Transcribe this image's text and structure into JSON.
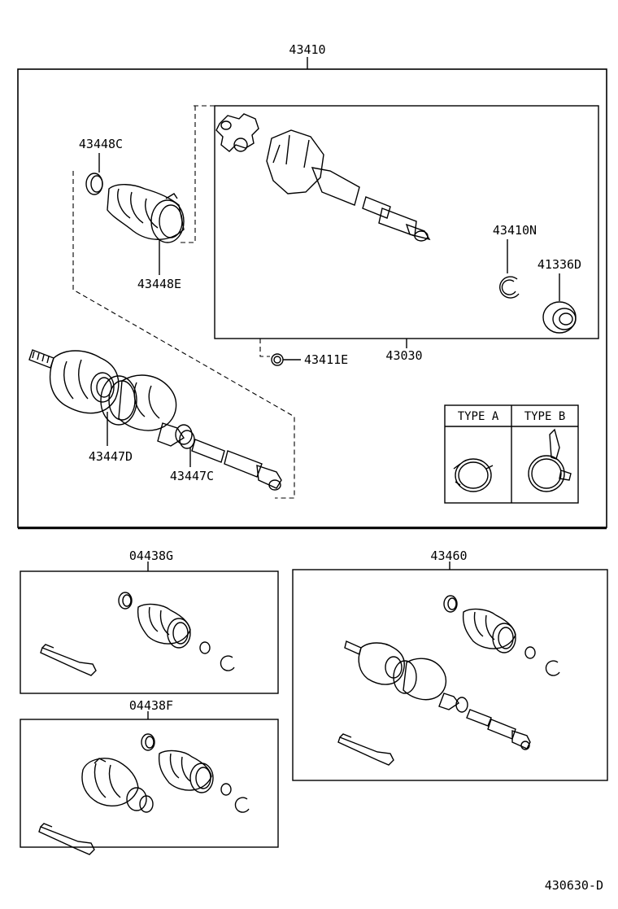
{
  "main_assembly": {
    "part_no": "43410"
  },
  "sub_box": {
    "part_no": "43030"
  },
  "inner_parts": {
    "clamp_outer_small": "43448C",
    "boot_outer_clamp_large": "43448E",
    "snap_ring_upper": "43410N",
    "dust_seal": "41336D",
    "snap_ring_lower": "43411E",
    "outer_joint_boot": "43447D",
    "outer_boot_clamp": "43447C"
  },
  "clamp_types": {
    "type_a": "TYPE A",
    "type_b": "TYPE B"
  },
  "kits": {
    "kit_g": "04438G",
    "kit_f": "04438F",
    "kit_shaft": "43460"
  },
  "figure_id": "430630-D"
}
